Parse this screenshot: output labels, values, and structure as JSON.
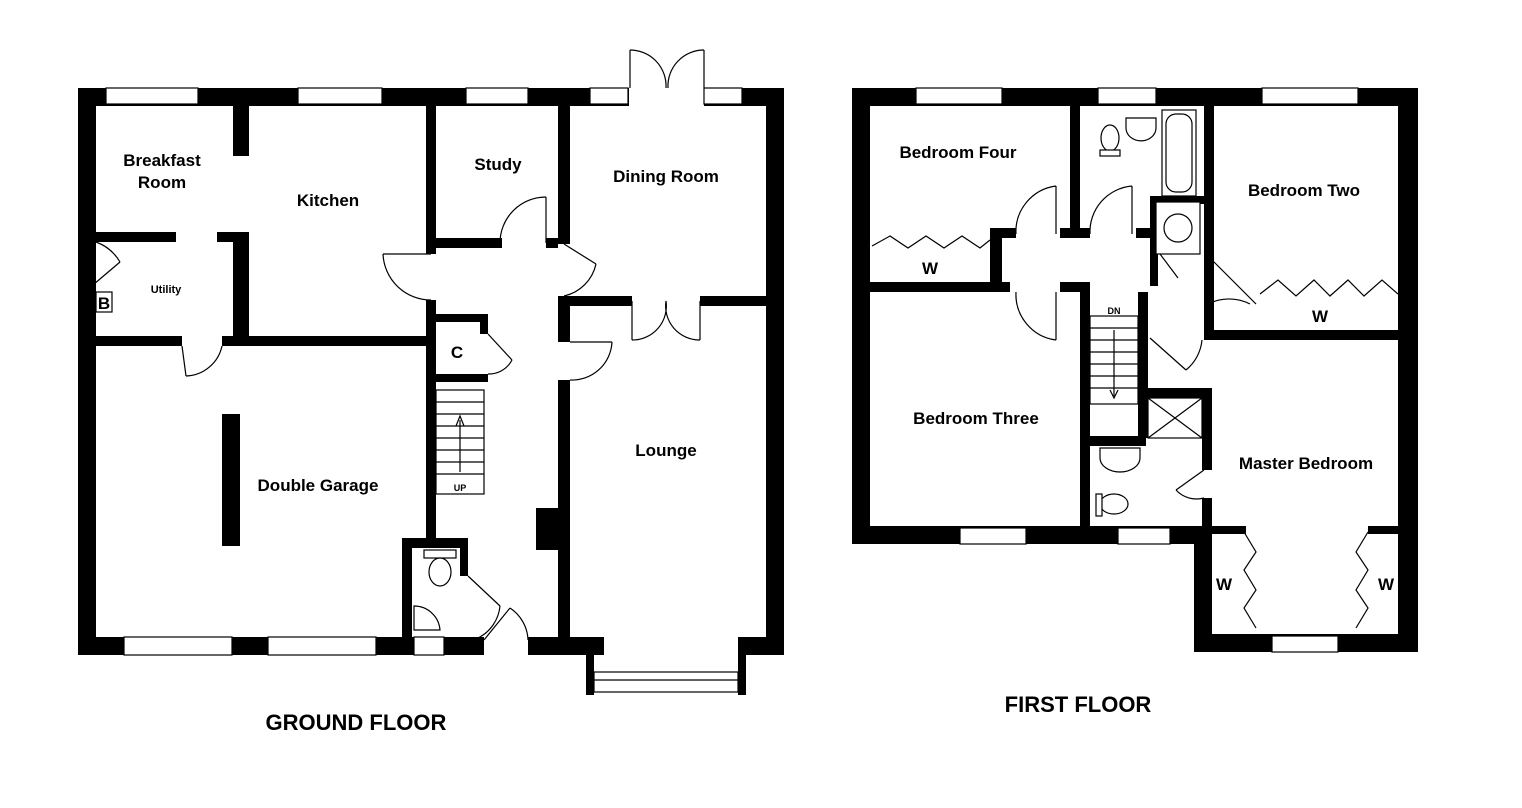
{
  "ground_floor": {
    "title": "GROUND FLOOR",
    "rooms": {
      "breakfast_line1": "Breakfast",
      "breakfast_line2": "Room",
      "kitchen": "Kitchen",
      "study": "Study",
      "dining": "Dining Room",
      "utility": "Utility",
      "boiler": "B",
      "cupboard": "C",
      "garage": "Double Garage",
      "lounge": "Lounge",
      "stairs": "UP"
    }
  },
  "first_floor": {
    "title": "FIRST FLOOR",
    "rooms": {
      "bed4": "Bedroom Four",
      "bed2": "Bedroom Two",
      "bed3": "Bedroom Three",
      "master": "Master Bedroom",
      "stairs": "DN",
      "wardrobe": "W"
    }
  }
}
